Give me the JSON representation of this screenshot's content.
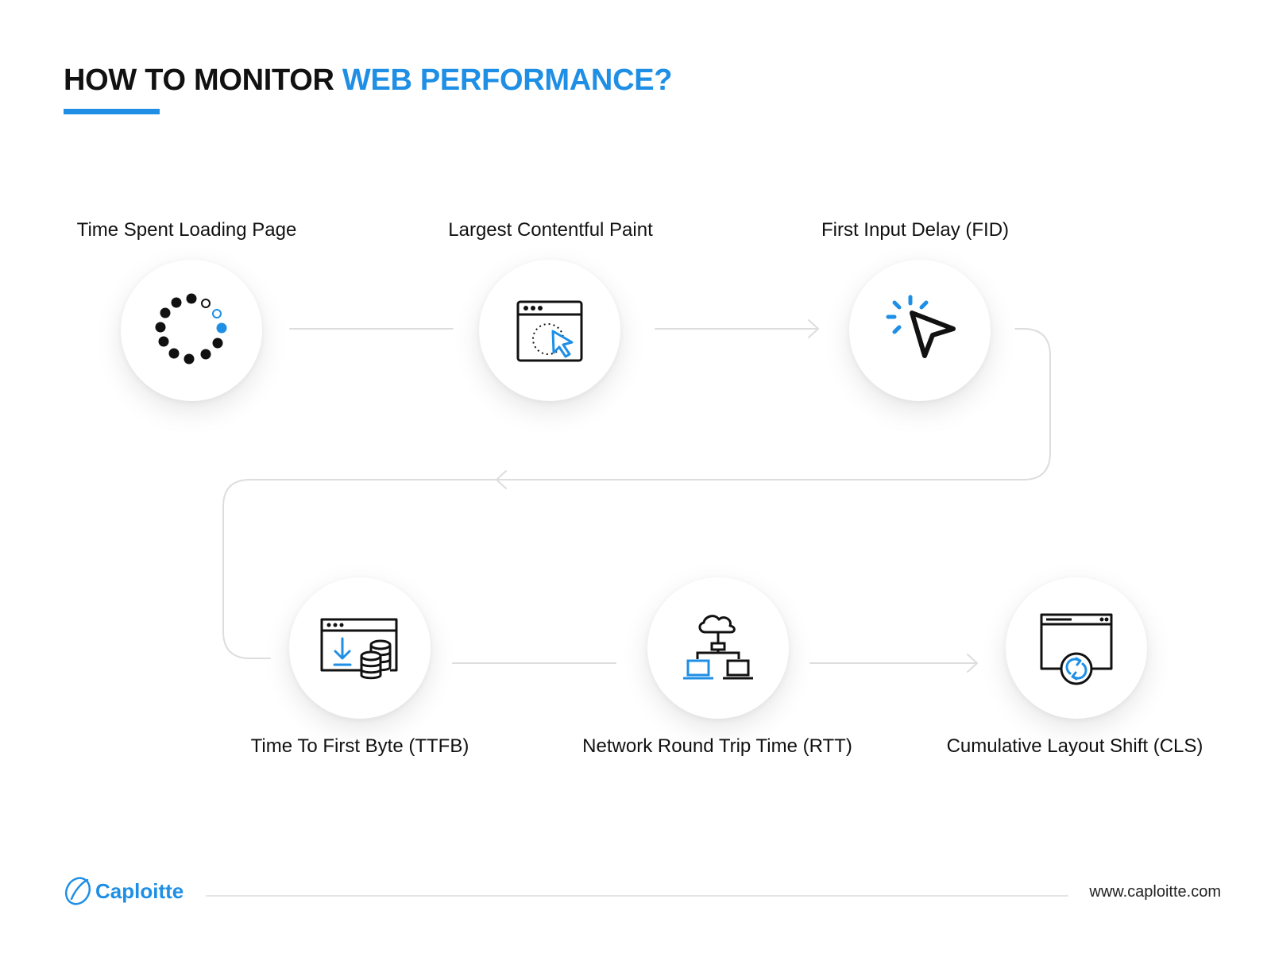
{
  "title": {
    "prefix": "HOW TO MONITOR",
    "highlight": "WEB PERFORMANCE?"
  },
  "steps": [
    {
      "label": "Time Spent Loading Page",
      "icon": "loading-spinner-icon"
    },
    {
      "label": "Largest Contentful Paint",
      "icon": "browser-cursor-icon"
    },
    {
      "label": "First Input Delay (FID)",
      "icon": "click-cursor-icon"
    },
    {
      "label": "Time To First Byte (TTFB)",
      "icon": "download-database-icon"
    },
    {
      "label": "Network Round Trip Time (RTT)",
      "icon": "cloud-network-icon"
    },
    {
      "label": "Cumulative Layout Shift (CLS)",
      "icon": "browser-refresh-icon"
    }
  ],
  "footer": {
    "brand": "Caploitte",
    "url": "www.caploitte.com"
  },
  "colors": {
    "accent": "#1f8fe5",
    "text": "#111111",
    "connector": "#dddddd"
  }
}
